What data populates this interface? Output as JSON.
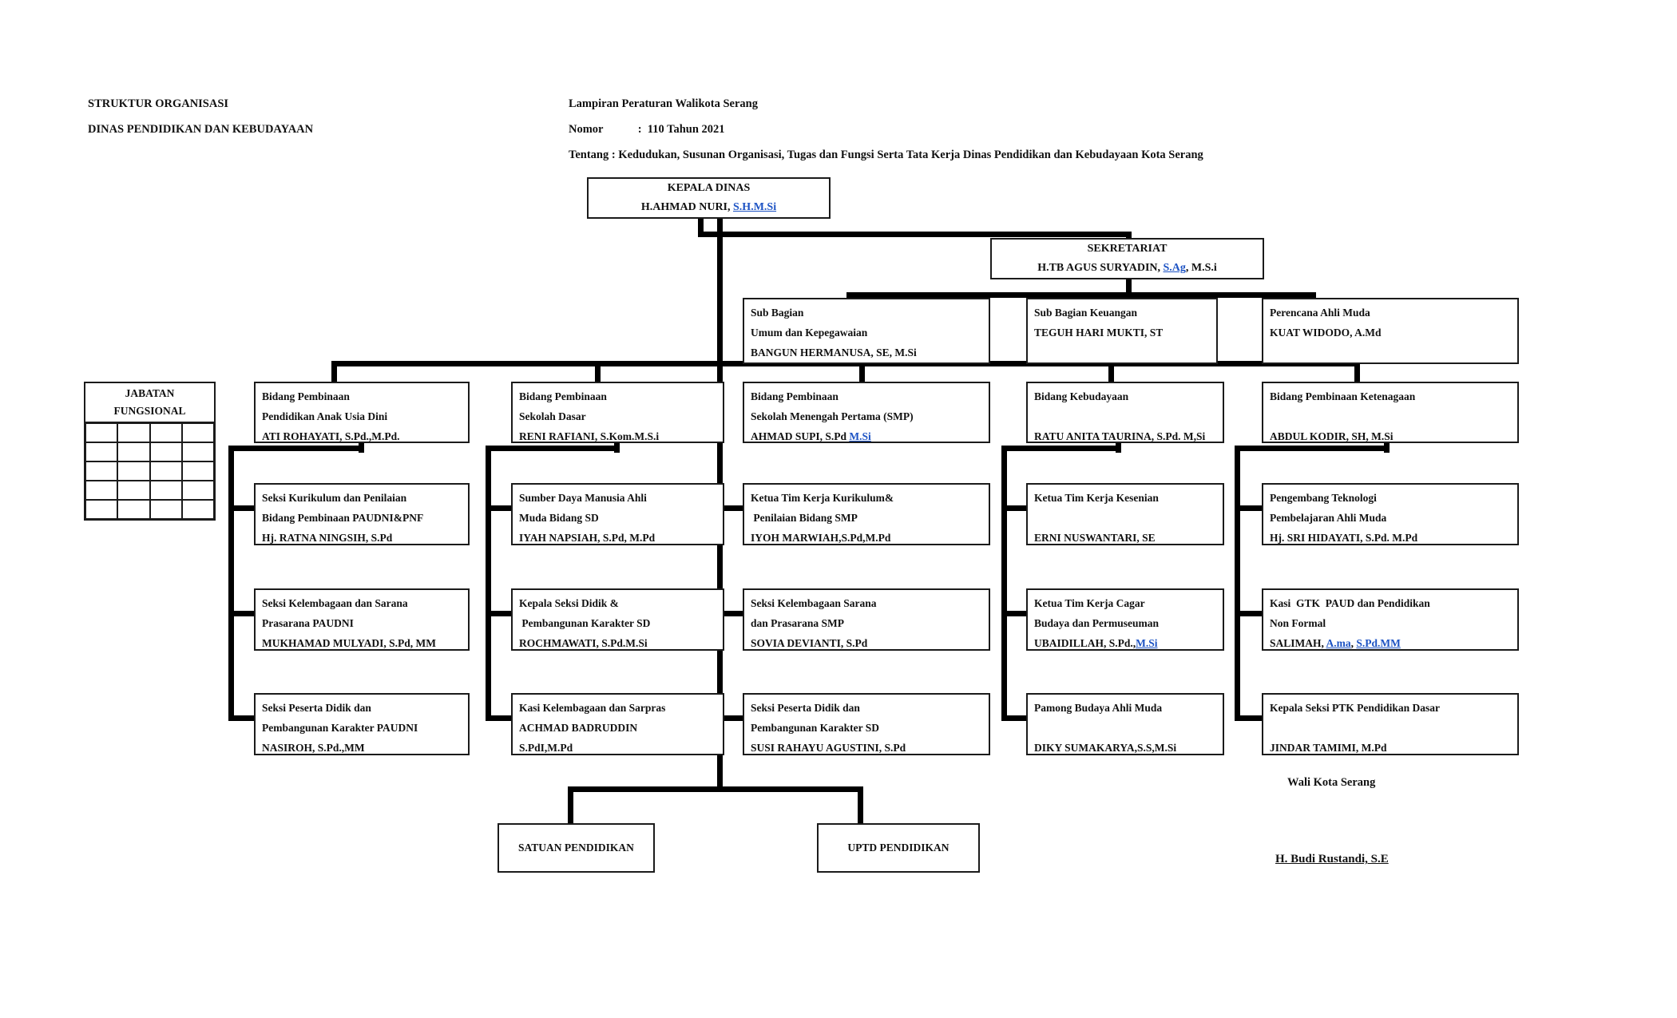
{
  "colors": {
    "link": "#1d53c4",
    "line": "#000000",
    "border": "#1b1b1b"
  },
  "header": {
    "left": [
      "STRUKTUR ORGANISASI",
      "DINAS PENDIDIKAN DAN KEBUDAYAAN"
    ],
    "right": [
      "Lampiran Peraturan Walikota Serang",
      "Nomor            :  110 Tahun 2021",
      "Tentang : Kedudukan, Susunan Organisasi, Tugas dan Fungsi Serta Tata Kerja Dinas Pendidikan dan Kebudayaan Kota Serang"
    ]
  },
  "nodes": {
    "kepala": {
      "lines": [
        "KEPALA DINAS",
        [
          {
            "t": "H.AHMAD NURI, "
          },
          {
            "t": "S.H.M.Si",
            "link": true
          }
        ]
      ]
    },
    "sekretariat": {
      "lines": [
        "SEKRETARIAT",
        [
          {
            "t": "H.TB AGUS SURYADIN, "
          },
          {
            "t": "S.Ag",
            "link": true
          },
          {
            "t": ", M.S.i"
          }
        ]
      ]
    },
    "sub_umum": {
      "lines": [
        "Sub Bagian",
        "Umum dan Kepegawaian",
        "BANGUN HERMANUSA, SE, M.Si"
      ]
    },
    "sub_keuangan": {
      "lines": [
        "Sub Bagian Keuangan",
        "TEGUH HARI MUKTI, ST",
        ""
      ]
    },
    "perencana": {
      "lines": [
        "Perencana Ahli Muda",
        "KUAT WIDODO, A.Md",
        ""
      ]
    },
    "jabatan": {
      "title_lines": [
        "JABATAN",
        "FUNGSIONAL"
      ],
      "grid": {
        "rows": 5,
        "cols": 4
      }
    },
    "bidang_paud": {
      "lines": [
        "Bidang Pembinaan",
        "Pendidikan Anak Usia Dini",
        "ATI ROHAYATI, S.Pd.,M.Pd."
      ]
    },
    "bidang_sd": {
      "lines": [
        "Bidang Pembinaan",
        "Sekolah Dasar",
        "RENI RAFIANI, S.Kom.M.S.i"
      ]
    },
    "bidang_smp": {
      "lines": [
        "Bidang Pembinaan",
        "Sekolah Menengah Pertama (SMP)",
        [
          {
            "t": "AHMAD SUPI, S.Pd "
          },
          {
            "t": "M.Si",
            "link": true
          }
        ]
      ]
    },
    "bidang_budaya": {
      "lines": [
        "Bidang Kebudayaan",
        "",
        "RATU ANITA TAURINA, S.Pd. M,Si"
      ]
    },
    "bidang_ketenagaan": {
      "lines": [
        "Bidang Pembinaan Ketenagaan",
        "",
        "ABDUL KODIR, SH, M.Si"
      ]
    },
    "c1r1": {
      "lines": [
        "Seksi Kurikulum dan Penilaian",
        "Bidang Pembinaan PAUDNI&PNF",
        "Hj. RATNA NINGSIH, S.Pd"
      ]
    },
    "c1r2": {
      "lines": [
        "Seksi Kelembagaan dan Sarana",
        "Prasarana PAUDNI",
        "MUKHAMAD MULYADI, S.Pd, MM"
      ]
    },
    "c1r3": {
      "lines": [
        "Seksi Peserta Didik dan",
        "Pembangunan Karakter PAUDNI",
        "NASIROH, S.Pd.,MM"
      ]
    },
    "c2r1": {
      "lines": [
        "Sumber Daya Manusia Ahli",
        "Muda Bidang SD",
        "IYAH NAPSIAH, S.Pd, M.Pd"
      ]
    },
    "c2r2": {
      "lines": [
        "Kepala Seksi Didik &",
        " Pembangunan Karakter SD",
        "ROCHMAWATI, S.Pd.M.Si"
      ]
    },
    "c2r3": {
      "lines": [
        "Kasi Kelembagaan dan Sarpras",
        "ACHMAD BADRUDDIN",
        "S.PdI,M.Pd"
      ]
    },
    "c3r1": {
      "lines": [
        "Ketua Tim Kerja Kurikulum&",
        " Penilaian Bidang SMP",
        "IYOH MARWIAH,S.Pd,M.Pd"
      ]
    },
    "c3r2": {
      "lines": [
        "Seksi Kelembagaan Sarana",
        "dan Prasarana SMP",
        "SOVIA DEVIANTI, S.Pd"
      ]
    },
    "c3r3": {
      "lines": [
        "Seksi Peserta Didik dan",
        "Pembangunan Karakter SD",
        "SUSI RAHAYU AGUSTINI, S.Pd"
      ]
    },
    "c4r1": {
      "lines": [
        "Ketua Tim Kerja Kesenian",
        "",
        "ERNI NUSWANTARI, SE"
      ]
    },
    "c4r2": {
      "lines": [
        "Ketua Tim Kerja Cagar",
        "Budaya dan Permuseuman",
        [
          {
            "t": "UBAIDILLAH, S.Pd.,"
          },
          {
            "t": "M.Si",
            "link": true
          }
        ]
      ]
    },
    "c4r3": {
      "lines": [
        "Pamong Budaya Ahli Muda",
        "",
        "DIKY SUMAKARYA,S.S,M.Si"
      ]
    },
    "c5r1": {
      "lines": [
        "Pengembang Teknologi",
        "Pembelajaran Ahli Muda",
        "Hj. SRI HIDAYATI, S.Pd. M.Pd"
      ]
    },
    "c5r2": {
      "lines": [
        "Kasi  GTK  PAUD dan Pendidikan",
        "Non Formal",
        [
          {
            "t": "SALIMAH, "
          },
          {
            "t": "A.ma",
            "link": true
          },
          {
            "t": ", "
          },
          {
            "t": "S.Pd.MM",
            "link": true
          }
        ]
      ]
    },
    "c5r3": {
      "lines": [
        "Kepala Seksi PTK Pendidikan Dasar",
        "",
        "JINDAR TAMIMI, M.Pd"
      ]
    },
    "satuan": {
      "label": "SATUAN PENDIDIKAN"
    },
    "uptd": {
      "label": "UPTD PENDIDIKAN"
    }
  },
  "signature": {
    "title": "Wali Kota Serang",
    "name": "H. Budi Rustandi, S.E"
  }
}
